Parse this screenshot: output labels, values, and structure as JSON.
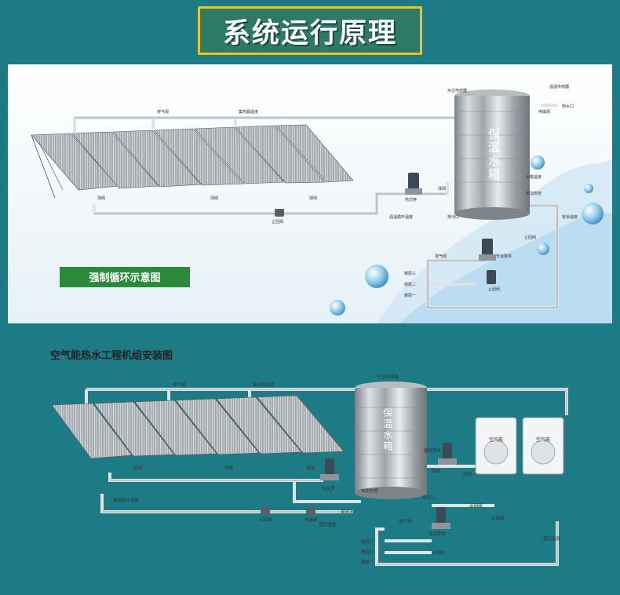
{
  "banner": {
    "title": "系统运行原理"
  },
  "diagram1": {
    "caption": "强制循环示意图",
    "tank_label": [
      "保",
      "温",
      "水",
      "箱"
    ],
    "labels": {
      "vent1": "排气阀",
      "collector_temp": "集热器温度",
      "water_level": "水位传感器",
      "temp_sensor_top": "温温传感器",
      "water_outlet": "用水口",
      "solenoid": "电磁阀",
      "ball_valve_1": "球阀",
      "ball_valve_2": "球阀",
      "ball_valve_3": "球阀",
      "ball_valve_4": "球阀",
      "check_valve": "止回阀",
      "pump": "热交换",
      "circ_temp": "强温循环温度",
      "drain": "排污口",
      "tank_temp": "水箱温度",
      "electric_heater": "电加热管",
      "pipe_temp": "管道温度",
      "check_valve_2": "止回阀",
      "vent2": "排气阀",
      "pipe_pump": "管道泵体",
      "check_valve_3": "止回阀",
      "floor3": "楼层三",
      "floor2": "楼层二",
      "floor1": "楼层一"
    }
  },
  "diagram2": {
    "title": "空气能热水工程机组安装图",
    "tank_label": [
      "保",
      "温",
      "水",
      "箱"
    ],
    "ac_units": [
      "空气能",
      "空气能"
    ],
    "labels": {
      "vent": "排气阀",
      "collector_temp": "集热器温度",
      "water_level": "水位传感器",
      "circ_pump": "循环泵体",
      "ball_valve_1": "球阀",
      "ball_valve_2": "球阀",
      "ball_valve_3": "球阀",
      "ball_valve_4": "球阀",
      "ball_valve_5": "球阀",
      "heat_exchange": "热交换",
      "circ_temp": "强温循环温度",
      "electric_heater": "电加热管",
      "drain": "排污口",
      "check_valve_1": "止回阀",
      "check_valve_2": "止回阀",
      "check_valve_3": "止回阀",
      "solenoid": "电磁阀",
      "water_inlet": "自来水",
      "pipe_temp_sensor": "管道温度",
      "vent_2": "排气阀",
      "pipe_pump": "管道泵体",
      "check_valve_4": "止回阀",
      "floor3": "楼层三",
      "floor2": "楼层二",
      "floor1": "楼层一",
      "pipe_temp": "管道温度"
    }
  },
  "colors": {
    "background": "#1d7b86",
    "banner_bg": "#2e7a66",
    "banner_border": "#f1c21b",
    "caption_bg": "#2a8a3a"
  }
}
